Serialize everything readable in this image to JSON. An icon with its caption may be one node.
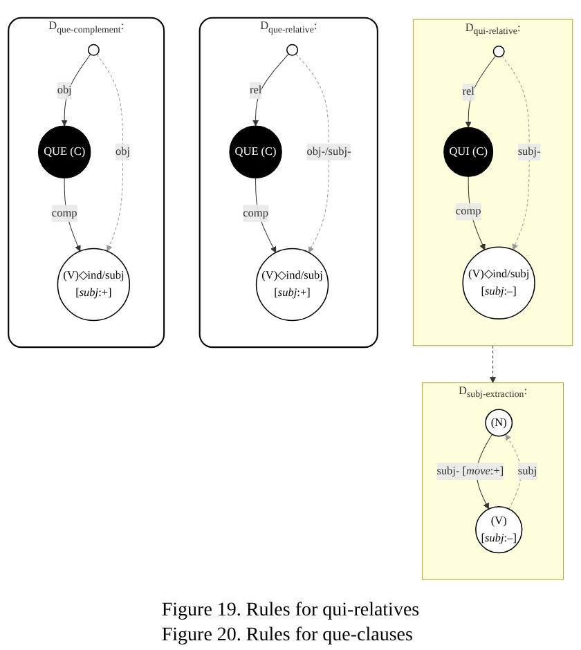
{
  "diagram": {
    "nodes": [
      {
        "text": [
          "D$_{subj-extraction}$:"
        ]
      },
      {
        "text": [
          "(N)"
        ],
        "in": 0
      },
      {
        "text": [
          "(V)",
          "[*subj*:–]"
        ],
        "in": 0
      },
      {
        "text": [
          "D$_{qui-relative}$:"
        ]
      },
      {
        "text": [],
        "shape": "circle",
        "in": 3
      },
      {
        "text": [
          "QUI (C)"
        ],
        "in": 3
      },
      {
        "text": [
          "(V)◇ind/subj",
          "[*subj*:–]"
        ],
        "in": 3
      },
      {
        "text": [
          "D$_{que-relative}$:"
        ]
      },
      {
        "text": [],
        "shape": "circle",
        "in": 7
      },
      {
        "text": [
          "QUE (C)"
        ],
        "in": 7
      },
      {
        "text": [
          "(V)◇ind/subj",
          "[*subj*:+]"
        ],
        "in": 7
      },
      {
        "text": [
          "D$_{que-complement}$:"
        ]
      },
      {
        "text": [],
        "shape": "circle",
        "in": 11
      },
      {
        "text": [
          "QUE (C)"
        ],
        "in": 11
      },
      {
        "text": [
          "(V)◇ind/subj",
          "[*subj*:+]"
        ],
        "in": 11
      }
    ],
    "edges": [
      {
        "from": 1,
        "to": 2,
        "arrow": "to",
        "label": "subj- [*move*:+]"
      },
      {
        "from": 2,
        "to": 1,
        "arrow": "to",
        "label": "subj",
        "style": "dashed",
        "color": "#999999"
      },
      {
        "from": 4,
        "to": 5,
        "arrow": "to",
        "label": "rel"
      },
      {
        "from": 5,
        "to": 6,
        "arrow": "to",
        "label": "comp"
      },
      {
        "from": 4,
        "to": 6,
        "arrow": "to",
        "label": "subj-",
        "style": "dashed",
        "color": "#999999"
      },
      {
        "from": 3,
        "to": 0,
        "arrow": "to",
        "style": "dashed"
      },
      {
        "from": 8,
        "to": 9,
        "arrow": "to",
        "label": "rel"
      },
      {
        "from": 9,
        "to": 10,
        "arrow": "to",
        "label": "comp"
      },
      {
        "from": 8,
        "to": 10,
        "arrow": "to",
        "label": "obj-/subj-",
        "style": "dashed",
        "color": "#999999"
      },
      {
        "from": 12,
        "to": 13,
        "arrow": "to",
        "label": "obj"
      },
      {
        "from": 13,
        "to": 14,
        "arrow": "to",
        "label": "comp"
      },
      {
        "from": 12,
        "to": 14,
        "arrow": "to",
        "label": "obj",
        "style": "dashed",
        "color": "#999999"
      }
    ],
    "labels": [
      "Figure 19. Rules for qui-relatives",
      "Figure 20. Rules for que-clauses"
    ]
  }
}
